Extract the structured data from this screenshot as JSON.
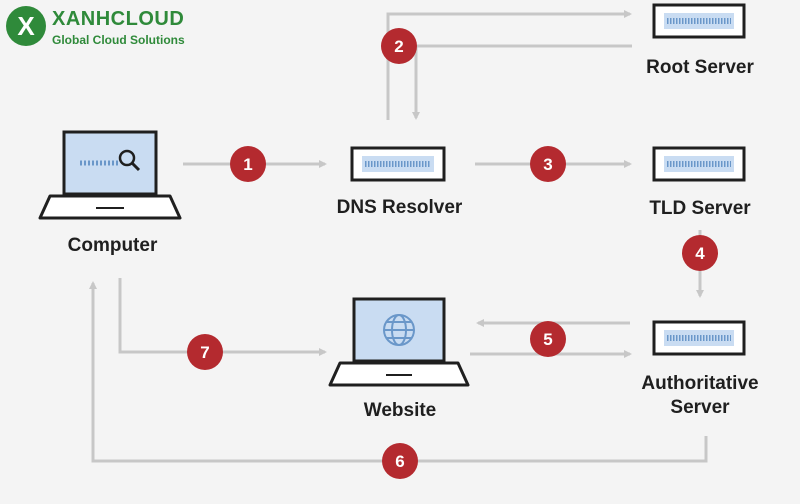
{
  "brand": {
    "logo_letter": "X",
    "name": "XANHCLOUD",
    "tagline": "Global Cloud Solutions",
    "color": "#2f8a3a"
  },
  "colors": {
    "badge": "#b42a2f",
    "arrow": "#c7c7c7",
    "screen": "#c9dcf2",
    "device_outline": "#1f1f1f",
    "background": "#f4f4f4"
  },
  "nodes": {
    "computer": {
      "label": "Computer",
      "icon": "magnifier-icon"
    },
    "dns_resolver": {
      "label": "DNS Resolver"
    },
    "root_server": {
      "label": "Root Server"
    },
    "tld_server": {
      "label": "TLD Server"
    },
    "authoritative_server": {
      "label": "Authoritative\nServer"
    },
    "website": {
      "label": "Website",
      "icon": "globe-icon"
    }
  },
  "steps": [
    "1",
    "2",
    "3",
    "4",
    "5",
    "6",
    "7"
  ]
}
